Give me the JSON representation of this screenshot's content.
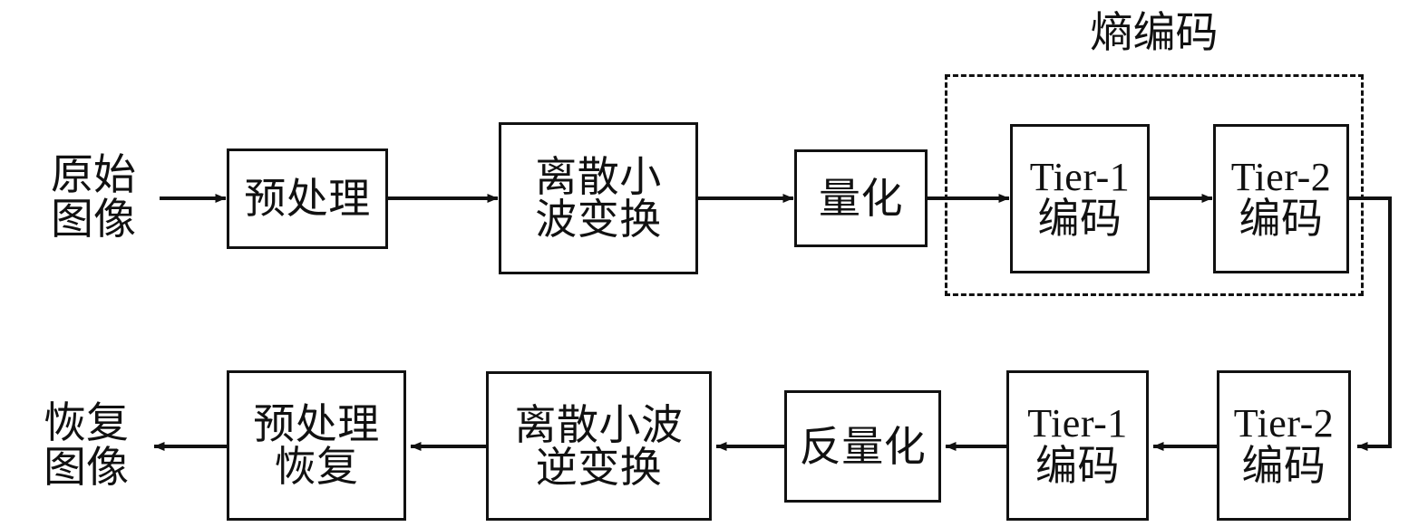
{
  "diagram": {
    "title_label": "熵编码",
    "encoder_row": {
      "input_label_line1": "原始",
      "input_label_line2": "图像",
      "preprocess_label": "预处理",
      "dwt_line1": "离散小",
      "dwt_line2": "波变换",
      "quantize_label": "量化",
      "tier1_line1": "Tier-1",
      "tier1_line2": "编码",
      "tier2_line1": "Tier-2",
      "tier2_line2": "编码"
    },
    "decoder_row": {
      "output_label_line1": "恢复",
      "output_label_line2": "图像",
      "preprocess_restore_line1": "预处理",
      "preprocess_restore_line2": "恢复",
      "idwt_line1": "离散小波",
      "idwt_line2": "逆变换",
      "dequantize_label": "反量化",
      "tier1_line1": "Tier-1",
      "tier1_line2": "编码",
      "tier2_line1": "Tier-2",
      "tier2_line2": "编码"
    },
    "colors": {
      "stroke": "#111111",
      "background": "#ffffff"
    }
  }
}
